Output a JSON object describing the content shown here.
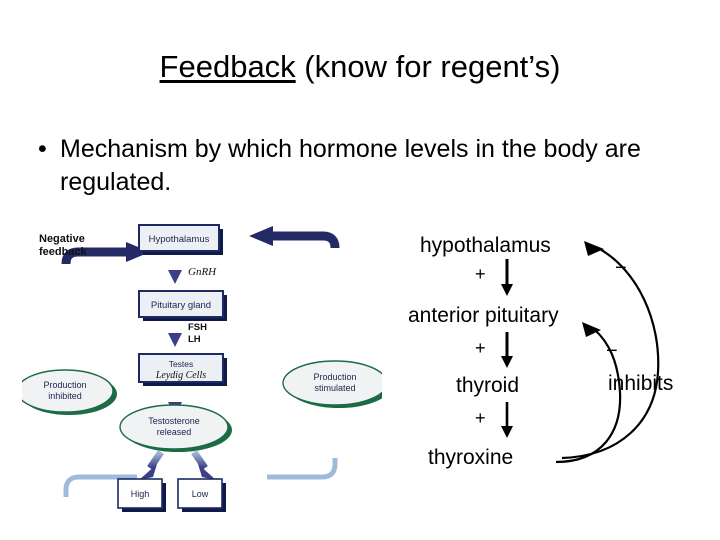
{
  "slide": {
    "title_underlined": "Feedback",
    "title_rest": " (know for regent’s)",
    "title_full": "Feedback (know for regent’s)",
    "bullets": [
      {
        "marker": "•",
        "text": "Mechanism by which hormone levels in the body are regulated."
      }
    ]
  },
  "left_diagram": {
    "caption": "Negative feedback",
    "nodes": {
      "hypothalamus": "Hypothalamus",
      "pituitary": "Pituitary gland",
      "testes_line1": "Testes",
      "testes_line2": "Leydig Cells",
      "testosterone_line1": "Testosterone",
      "testosterone_line2": "released",
      "production_inhibited_line1": "Production",
      "production_inhibited_line2": "inhibited",
      "production_stimulated_line1": "Production",
      "production_stimulated_line2": "stimulated",
      "high": "High",
      "low": "Low"
    },
    "arrow_labels": {
      "gnrh": "GnRH",
      "fsh": "FSH",
      "lh": "LH"
    },
    "colors": {
      "box_fill": "#eceff3",
      "box_border": "#1d2a63",
      "box_shadow": "#10194a",
      "arrow_dark": "#3b3f86",
      "arrow_light": "#8fb0d8",
      "ellipse_edge": "#1d6b45",
      "ellipse_fill": "#f0f2f4",
      "flow_light": "#9dbcdc",
      "flow_dark": "#242a66"
    }
  },
  "right_diagram": {
    "nodes": {
      "hypothalamus": "hypothalamus",
      "anterior_pituitary": "anterior pituitary",
      "thyroid": "thyroid",
      "thyroxine": "thyroxine"
    },
    "signs": {
      "plus1": "+",
      "plus2": "+",
      "plus3": "+",
      "minus1": "−",
      "minus2": "−"
    },
    "labels": {
      "inhibits": "inhibits"
    },
    "colors": {
      "ink": "#000000"
    }
  }
}
